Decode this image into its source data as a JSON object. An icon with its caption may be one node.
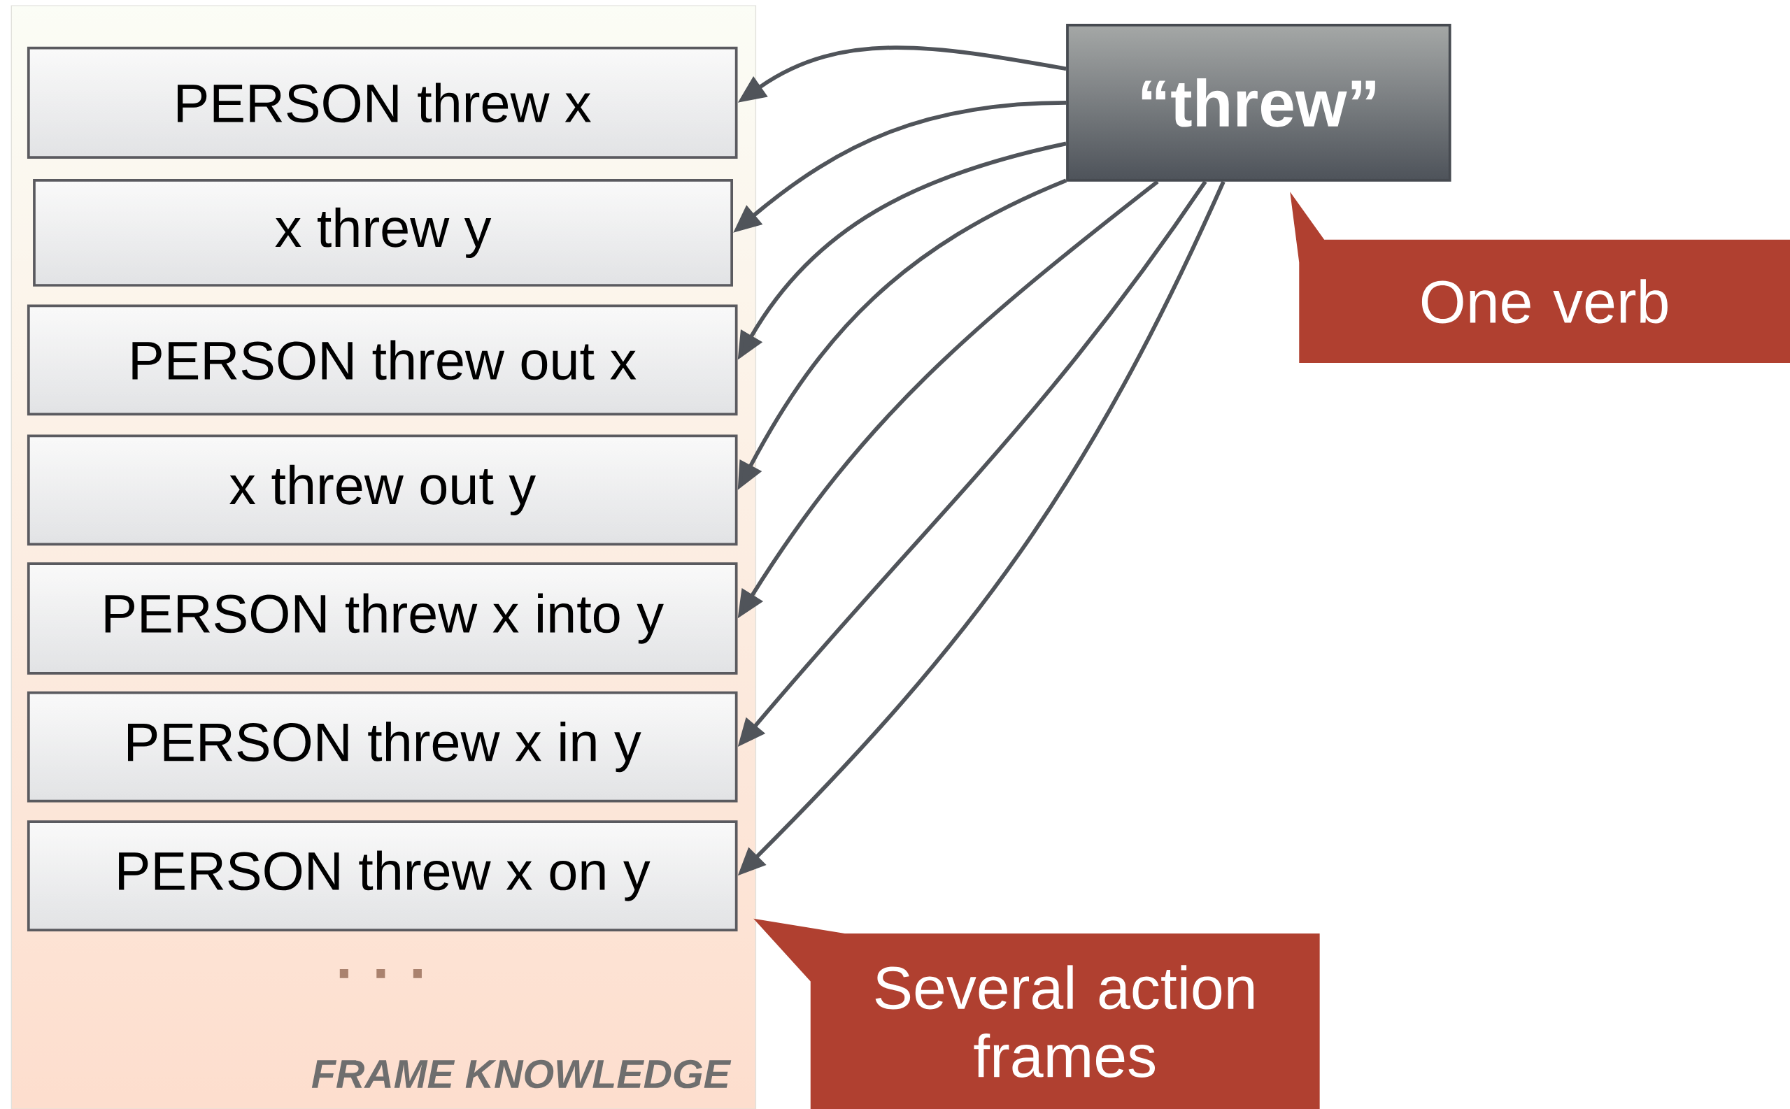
{
  "diagram": {
    "nodes": [
      {
        "text": [
          "FRAME KNOWLEDGE"
        ]
      },
      {
        "text": [
          "PERSON threw x"
        ],
        "in": 0
      },
      {
        "text": [
          "x threw y"
        ],
        "in": 0
      },
      {
        "text": [
          "PERSON threw out x"
        ],
        "in": 0
      },
      {
        "text": [
          "x threw out y"
        ],
        "in": 0
      },
      {
        "text": [
          "PERSON threw x into y"
        ],
        "in": 0
      },
      {
        "text": [
          "PERSON threw x in y"
        ],
        "in": 0
      },
      {
        "text": [
          "PERSON threw x on y"
        ],
        "in": 0
      },
      {
        "text": [
          "“threw”"
        ]
      },
      {
        "text": [
          "One verb"
        ]
      },
      {
        "text": [
          "Several action frames"
        ]
      }
    ],
    "edges": [
      {
        "from": 8,
        "to": 1,
        "arrow": "to"
      },
      {
        "from": 8,
        "to": 2,
        "arrow": "to"
      },
      {
        "from": 8,
        "to": 3,
        "arrow": "to"
      },
      {
        "from": 8,
        "to": 4,
        "arrow": "to"
      },
      {
        "from": 8,
        "to": 5,
        "arrow": "to"
      },
      {
        "from": 8,
        "to": 6,
        "arrow": "to"
      },
      {
        "from": 8,
        "to": 7,
        "arrow": "to"
      }
    ],
    "labels": [
      "· · ·"
    ]
  }
}
